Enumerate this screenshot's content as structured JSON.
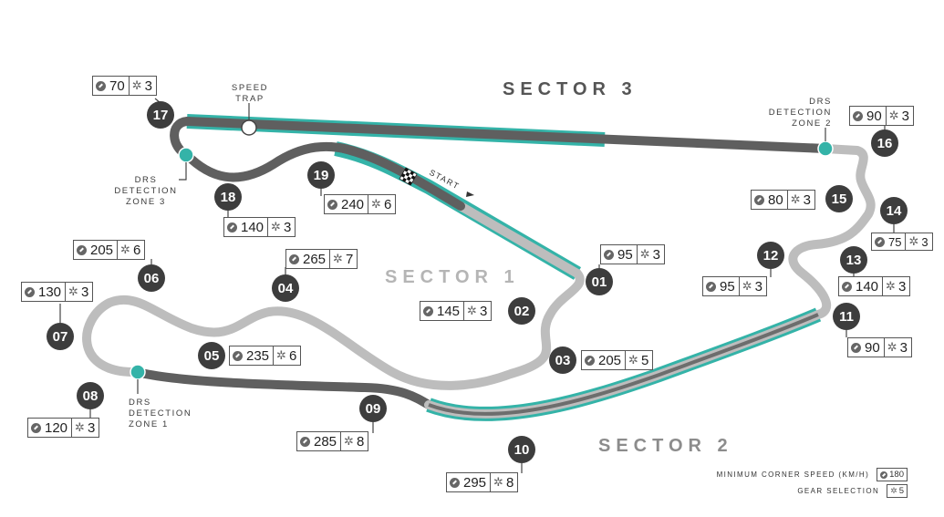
{
  "colors": {
    "drs_teal": "#34b3a8",
    "dark_track": "#5f5f5f",
    "light_track": "#bdbdbd",
    "badge": "#3d3d3d"
  },
  "sectors": [
    {
      "key": "s3",
      "label": "SECTOR 3",
      "color": "#555555"
    },
    {
      "key": "s1",
      "label": "SECTOR 1",
      "color": "#b5b5b5"
    },
    {
      "key": "s2",
      "label": "SECTOR 2",
      "color": "#8c8c8c"
    }
  ],
  "annotations": {
    "speed_trap": "SPEED\nTRAP",
    "start": "START",
    "drs_zone_1": "DRS\nDETECTION\nZONE 1",
    "drs_zone_2": "DRS\nDETECTION\nZONE 2",
    "drs_zone_3": "DRS\nDETECTION\nZONE 3"
  },
  "legend": {
    "min_speed_label": "MINIMUM CORNER SPEED (KM/H)",
    "min_speed_example": "180",
    "gear_label": "GEAR SELECTION",
    "gear_example": "5"
  },
  "corners": [
    {
      "number": "01",
      "speed": "95",
      "gear": "3"
    },
    {
      "number": "02",
      "speed": "145",
      "gear": "3"
    },
    {
      "number": "03",
      "speed": "205",
      "gear": "5"
    },
    {
      "number": "04",
      "speed": "265",
      "gear": "7"
    },
    {
      "number": "05",
      "speed": "235",
      "gear": "6"
    },
    {
      "number": "06",
      "speed": "205",
      "gear": "6"
    },
    {
      "number": "07",
      "speed": "130",
      "gear": "3"
    },
    {
      "number": "08",
      "speed": "120",
      "gear": "3"
    },
    {
      "number": "09",
      "speed": "285",
      "gear": "8"
    },
    {
      "number": "10",
      "speed": "295",
      "gear": "8"
    },
    {
      "number": "11",
      "speed": "90",
      "gear": "3"
    },
    {
      "number": "12",
      "speed": "95",
      "gear": "3"
    },
    {
      "number": "13",
      "speed": "140",
      "gear": "3"
    },
    {
      "number": "14",
      "speed": "75",
      "gear": "3"
    },
    {
      "number": "15",
      "speed": "80",
      "gear": "3"
    },
    {
      "number": "16",
      "speed": "90",
      "gear": "3"
    },
    {
      "number": "17",
      "speed": "70",
      "gear": "3"
    },
    {
      "number": "18",
      "speed": "140",
      "gear": "3"
    },
    {
      "number": "19",
      "speed": "240",
      "gear": "6"
    }
  ]
}
